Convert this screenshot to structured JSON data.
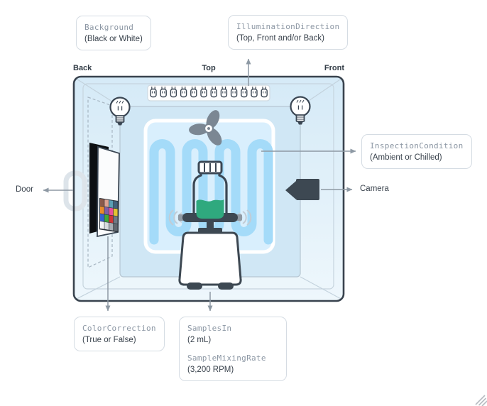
{
  "chamber": {
    "orientation_labels": {
      "back": "Back",
      "top": "Top",
      "front": "Front"
    },
    "led_count": 12
  },
  "callouts": {
    "background": {
      "name": "Background",
      "options": "(Black or White)"
    },
    "illumination_direction": {
      "name": "IlluminationDirection",
      "options": "(Top, Front and/or Back)"
    },
    "inspection_condition": {
      "name": "InspectionCondition",
      "options": "(Ambient or Chilled)"
    },
    "color_correction": {
      "name": "ColorCorrection",
      "options": "(True or False)"
    },
    "samples_in": {
      "name": "SamplesIn",
      "options": "(2 mL)"
    },
    "sample_mixing_rate": {
      "name": "SampleMixingRate",
      "options": "(3,200 RPM)"
    }
  },
  "labels": {
    "door": "Door",
    "camera": "Camera"
  },
  "color_checker": {
    "colors": [
      "#8a5a4a",
      "#dca291",
      "#5b9fb5",
      "#41617c",
      "#e88b2c",
      "#7d5fa8",
      "#ea4f9b",
      "#e3c431",
      "#3563cf",
      "#3fa83b",
      "#d03636",
      "#707a85",
      "#f4f6f7",
      "#d8dcdf",
      "#a8adb3",
      "#61686f"
    ]
  },
  "colors": {
    "outline": "#39434e",
    "dark": "#3d4852",
    "accent_green": "#2fa97e",
    "coil_blue": "#a4dbf9",
    "coil_panel_fill": "#d9effd",
    "arrow": "#8e99a4",
    "param_text": "#8b96a3",
    "value_text": "#3a434d",
    "callout_border": "#d5dce3"
  }
}
